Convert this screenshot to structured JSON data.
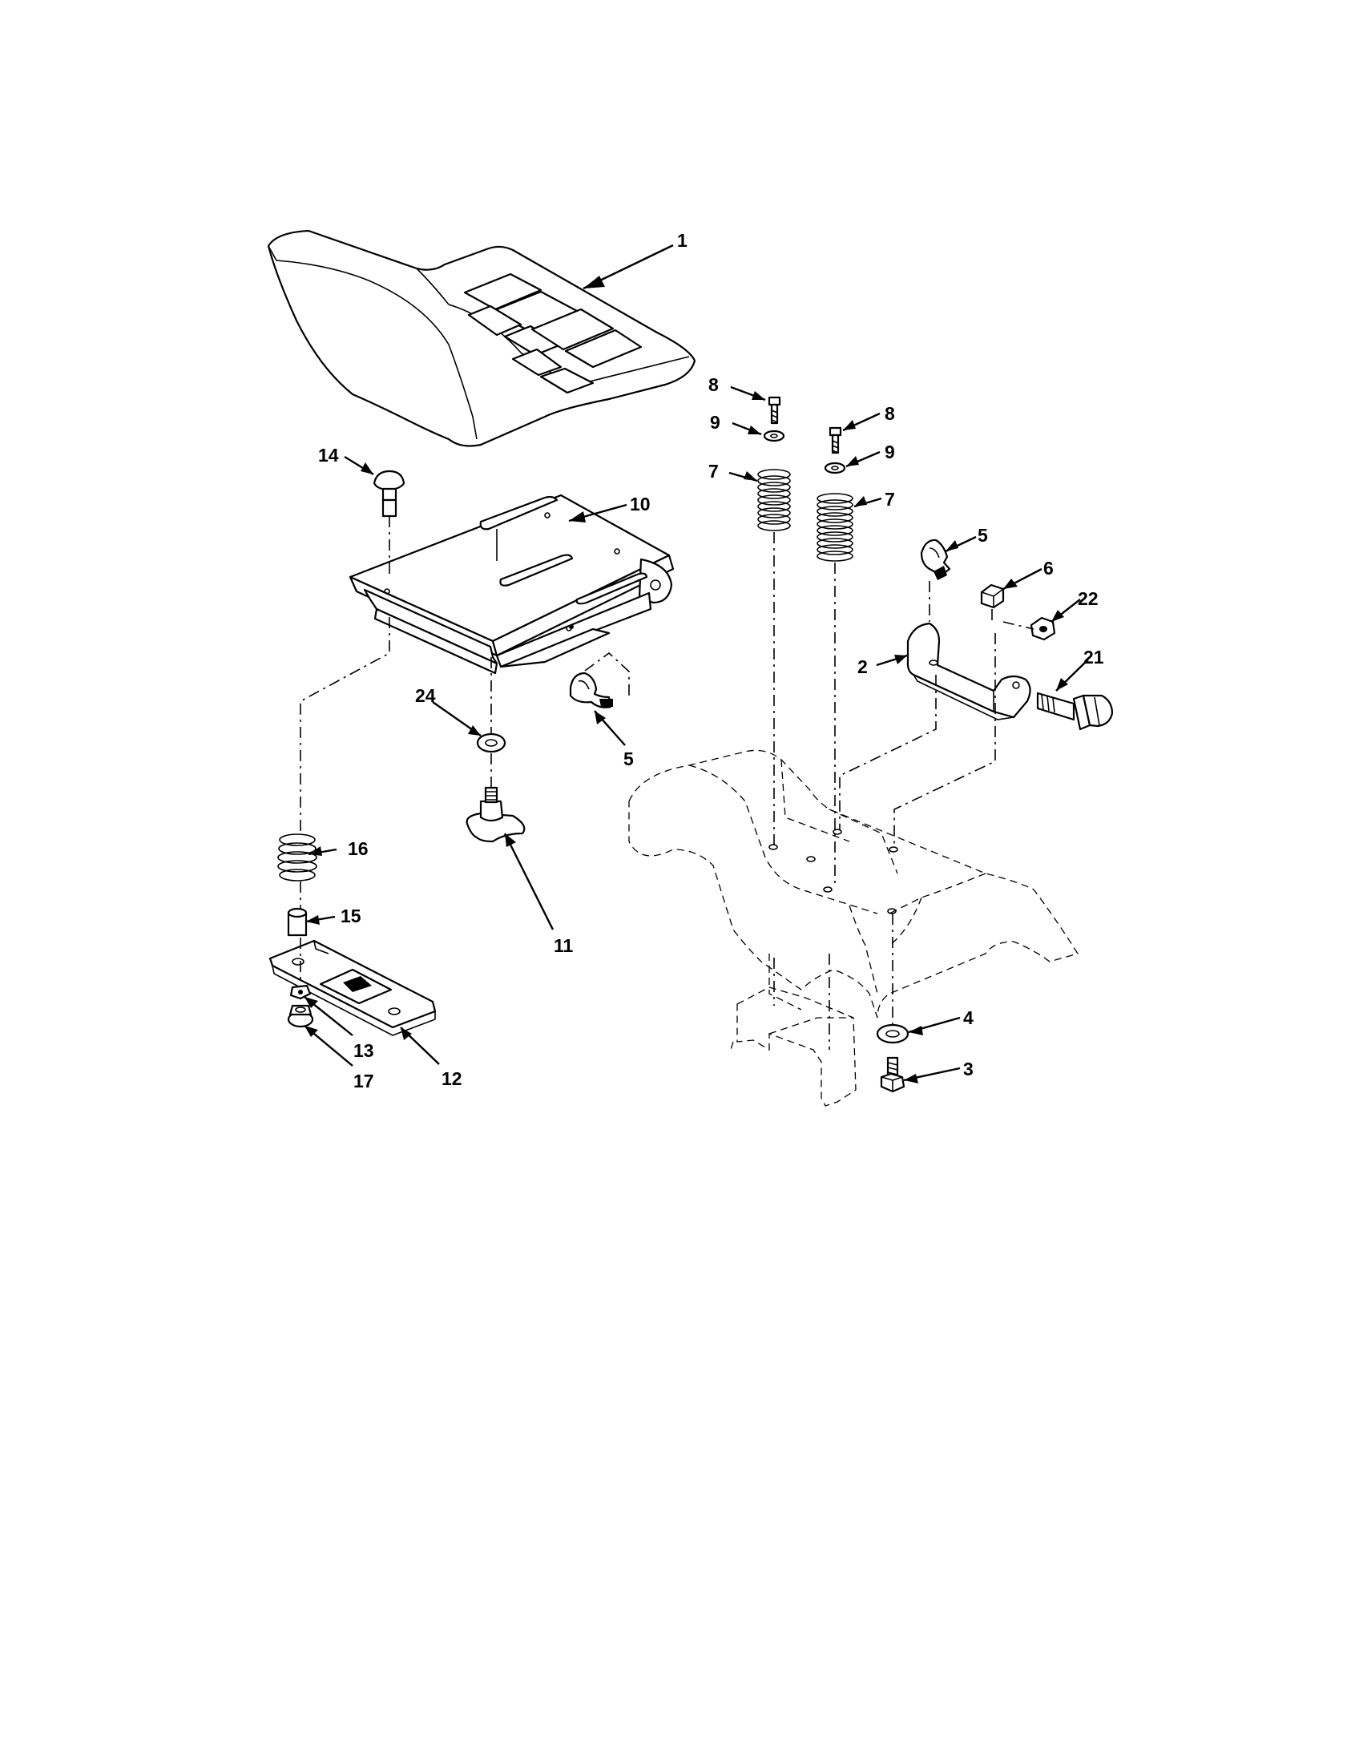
{
  "callouts": [
    {
      "id": "seat",
      "label": "1"
    },
    {
      "id": "seat-pan",
      "label": "10"
    },
    {
      "id": "carriage-bolt",
      "label": "14"
    },
    {
      "id": "wire-clip-left",
      "label": "5"
    },
    {
      "id": "washer-24",
      "label": "24"
    },
    {
      "id": "spring-16",
      "label": "16"
    },
    {
      "id": "spacer-15",
      "label": "15"
    },
    {
      "id": "knob-11",
      "label": "11"
    },
    {
      "id": "nut-13",
      "label": "13"
    },
    {
      "id": "plate-12",
      "label": "12"
    },
    {
      "id": "nut-17",
      "label": "17"
    },
    {
      "id": "bolt-8-left",
      "label": "8"
    },
    {
      "id": "washer-9-left",
      "label": "9"
    },
    {
      "id": "spring-7-left",
      "label": "7"
    },
    {
      "id": "bolt-8-right",
      "label": "8"
    },
    {
      "id": "washer-9-right",
      "label": "9"
    },
    {
      "id": "spring-7-right",
      "label": "7"
    },
    {
      "id": "wire-clip-right",
      "label": "5"
    },
    {
      "id": "nut-6",
      "label": "6"
    },
    {
      "id": "nut-22",
      "label": "22"
    },
    {
      "id": "bracket-2",
      "label": "2"
    },
    {
      "id": "shoulder-bolt-21",
      "label": "21"
    },
    {
      "id": "washer-4",
      "label": "4"
    },
    {
      "id": "bolt-3",
      "label": "3"
    }
  ]
}
